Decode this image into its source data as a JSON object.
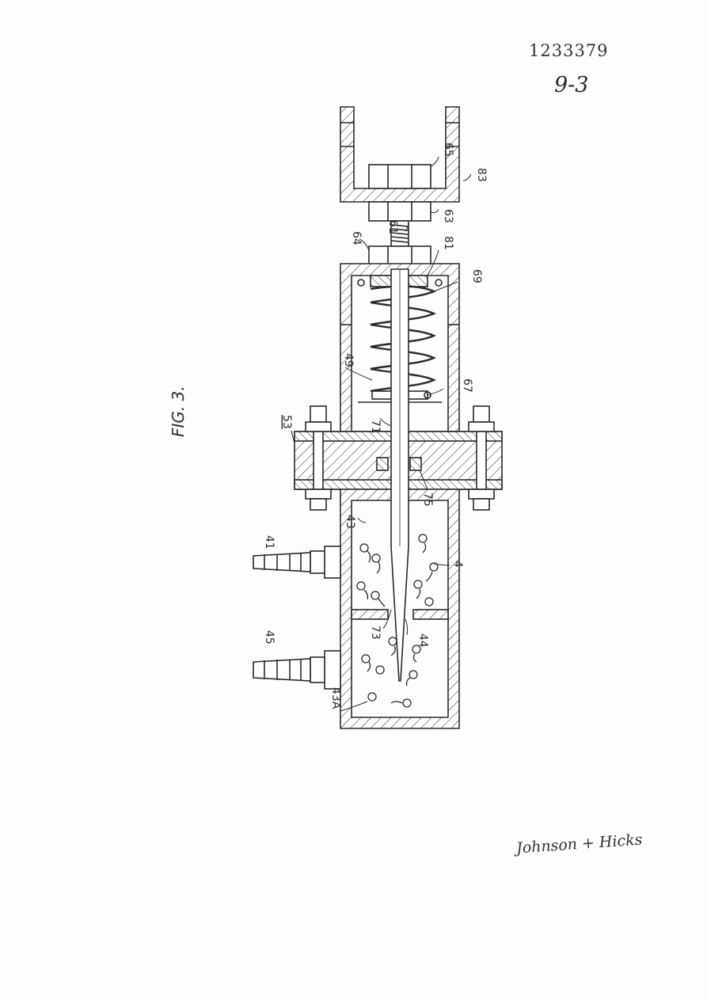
{
  "header": {
    "patent_number": "1233379",
    "sheet_label": "9-3"
  },
  "figure": {
    "label": "FIG. 3."
  },
  "callouts": {
    "c83": "83",
    "c65": "65",
    "c63": "63",
    "c64": "64",
    "c61": "61",
    "c81": "81",
    "c69": "69",
    "c49": "49",
    "c67": "67",
    "c71": "71",
    "c53": "53",
    "c75": "75",
    "c43": "43",
    "c41": "41",
    "c4": "4",
    "c73": "73",
    "c44": "44",
    "c45": "45",
    "c43a": "43A"
  },
  "signature": {
    "text": "Johnson + Hicks"
  },
  "colors": {
    "ink": "#2a2a2a",
    "paper": "#fdfdfb"
  }
}
